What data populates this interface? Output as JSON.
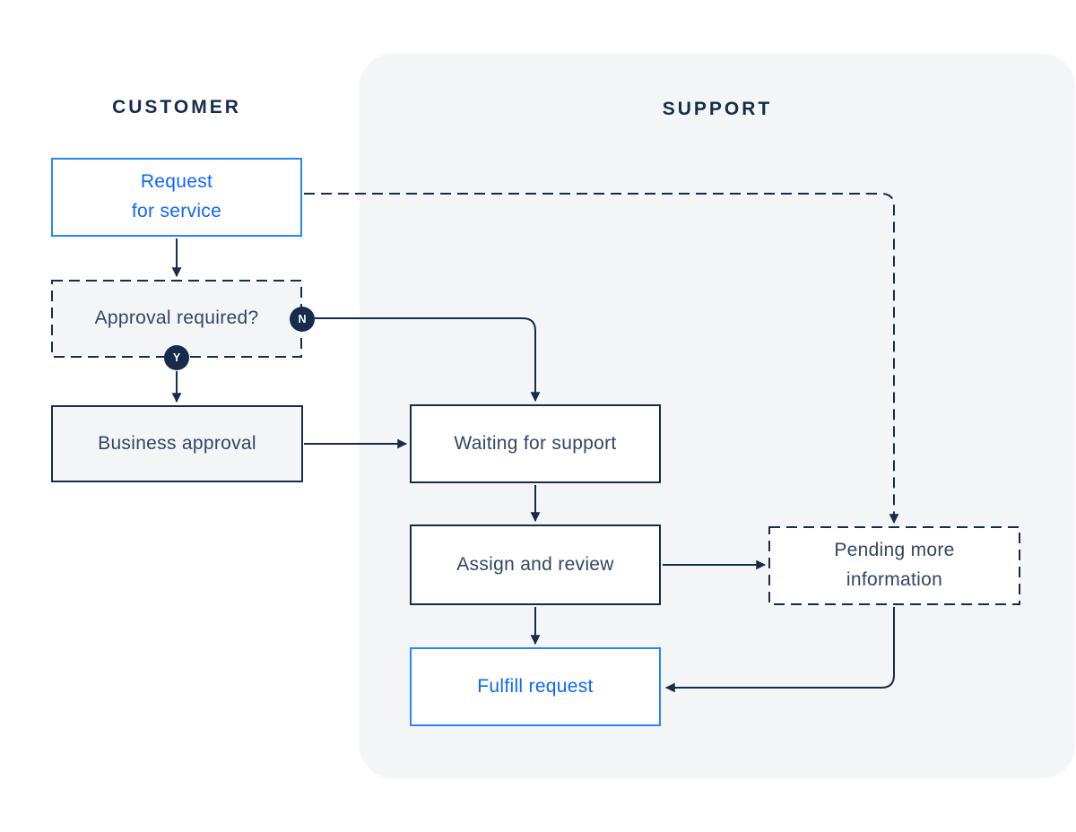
{
  "lanes": {
    "customer": {
      "label": "CUSTOMER"
    },
    "support": {
      "label": "SUPPORT"
    }
  },
  "nodes": {
    "request": {
      "label": "Request\nfor service"
    },
    "approval": {
      "label": "Approval required?"
    },
    "business": {
      "label": "Business approval"
    },
    "waiting": {
      "label": "Waiting for support"
    },
    "assign": {
      "label": "Assign and review"
    },
    "pending": {
      "label": "Pending more\ninformation"
    },
    "fulfill": {
      "label": "Fulfill request"
    }
  },
  "badges": {
    "no": {
      "label": "N"
    },
    "yes": {
      "label": "Y"
    }
  },
  "colors": {
    "navy": "#172B4D",
    "node_text": "#344563",
    "blue_text": "#0D66FF",
    "blue_border": "#2684FF",
    "lane_background": "#F4F5F7",
    "gray_box_fill": "#F4F5F7",
    "white_box_fill": "#FFFFFF"
  }
}
